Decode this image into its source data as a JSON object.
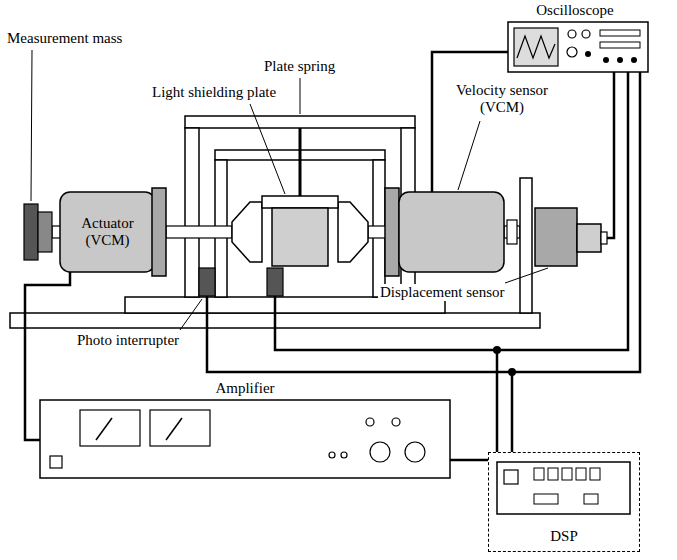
{
  "diagram": {
    "nodes": [
      {
        "text": [
          "Oscilloscope"
        ]
      },
      {
        "text": [
          "Actuator (VCM)"
        ]
      },
      {
        "text": [
          "Amplifier"
        ]
      },
      {
        "text": [
          "DSP"
        ]
      }
    ],
    "edges": [
      {
        "from": 1,
        "to": 2,
        "arrow": "none"
      },
      {
        "from": 2,
        "to": 3,
        "arrow": "none"
      },
      {
        "from": 3,
        "to": 0,
        "arrow": "none"
      },
      {
        "from": 3,
        "to": 0,
        "arrow": "none"
      }
    ],
    "labels": [
      "Measurement mass",
      "Plate spring",
      "Light shielding plate",
      "Velocity sensor (VCM)",
      "Photo interrupter",
      "Displacement sensor"
    ]
  }
}
